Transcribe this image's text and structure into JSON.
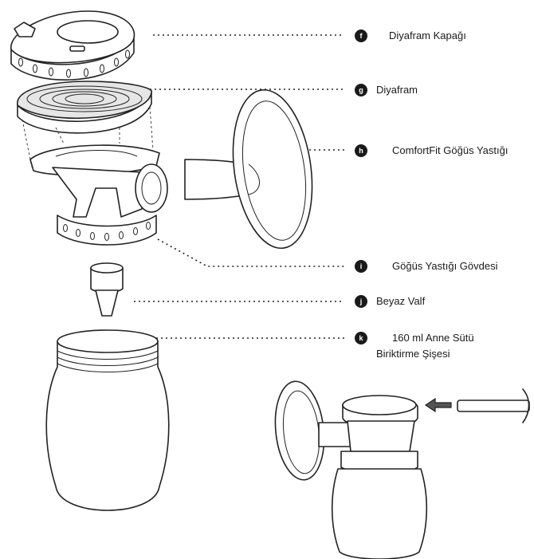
{
  "labels": [
    {
      "letter": "f",
      "text": "Diyafram Kapağı"
    },
    {
      "letter": "g",
      "text": "Diyafram"
    },
    {
      "letter": "h",
      "text": "ComfortFit Göğüs Yastığı"
    },
    {
      "letter": "i",
      "text": "Göğüs Yastığı Gövdesi"
    },
    {
      "letter": "j",
      "text": "Beyaz Valf"
    },
    {
      "letter": "k",
      "text": "160 ml Anne Sütü",
      "text2": "Biriktirme Şişesi"
    }
  ],
  "colors": {
    "ink": "#222222",
    "badge": "#1a1a1a",
    "background": "#ffffff"
  }
}
